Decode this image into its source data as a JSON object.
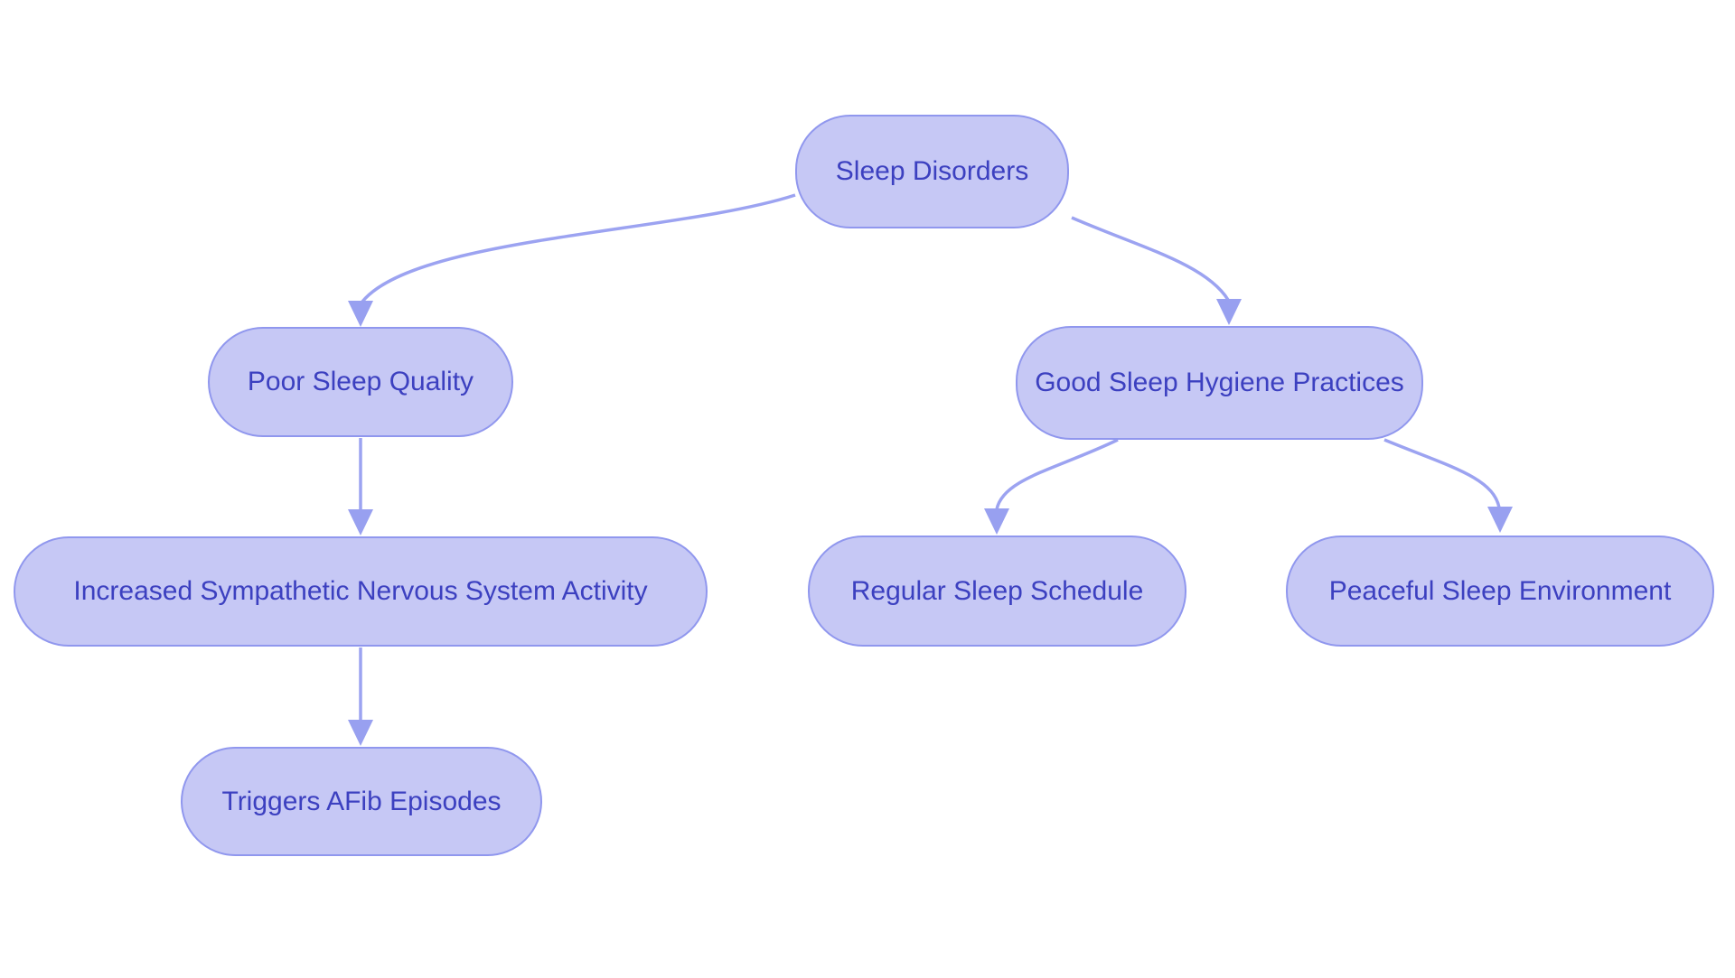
{
  "diagram": {
    "type": "flowchart",
    "background_color": "#ffffff",
    "node_fill_color": "#c6c8f5",
    "node_border_color": "#9097ee",
    "node_text_color": "#3c40c0",
    "arrow_color": "#9ca3f1",
    "nodes": [
      {
        "id": "sleep-disorders",
        "label": "Sleep Disorders"
      },
      {
        "id": "poor-sleep-quality",
        "label": "Poor Sleep Quality"
      },
      {
        "id": "good-sleep-hygiene",
        "label": "Good Sleep Hygiene Practices"
      },
      {
        "id": "increased-sns-activity",
        "label": "Increased Sympathetic Nervous System Activity"
      },
      {
        "id": "regular-sleep-schedule",
        "label": "Regular Sleep Schedule"
      },
      {
        "id": "peaceful-sleep-environment",
        "label": "Peaceful Sleep Environment"
      },
      {
        "id": "triggers-afib-episodes",
        "label": "Triggers AFib Episodes"
      }
    ],
    "edges": [
      {
        "from": "sleep-disorders",
        "to": "poor-sleep-quality"
      },
      {
        "from": "sleep-disorders",
        "to": "good-sleep-hygiene"
      },
      {
        "from": "poor-sleep-quality",
        "to": "increased-sns-activity"
      },
      {
        "from": "increased-sns-activity",
        "to": "triggers-afib-episodes"
      },
      {
        "from": "good-sleep-hygiene",
        "to": "regular-sleep-schedule"
      },
      {
        "from": "good-sleep-hygiene",
        "to": "peaceful-sleep-environment"
      }
    ]
  }
}
